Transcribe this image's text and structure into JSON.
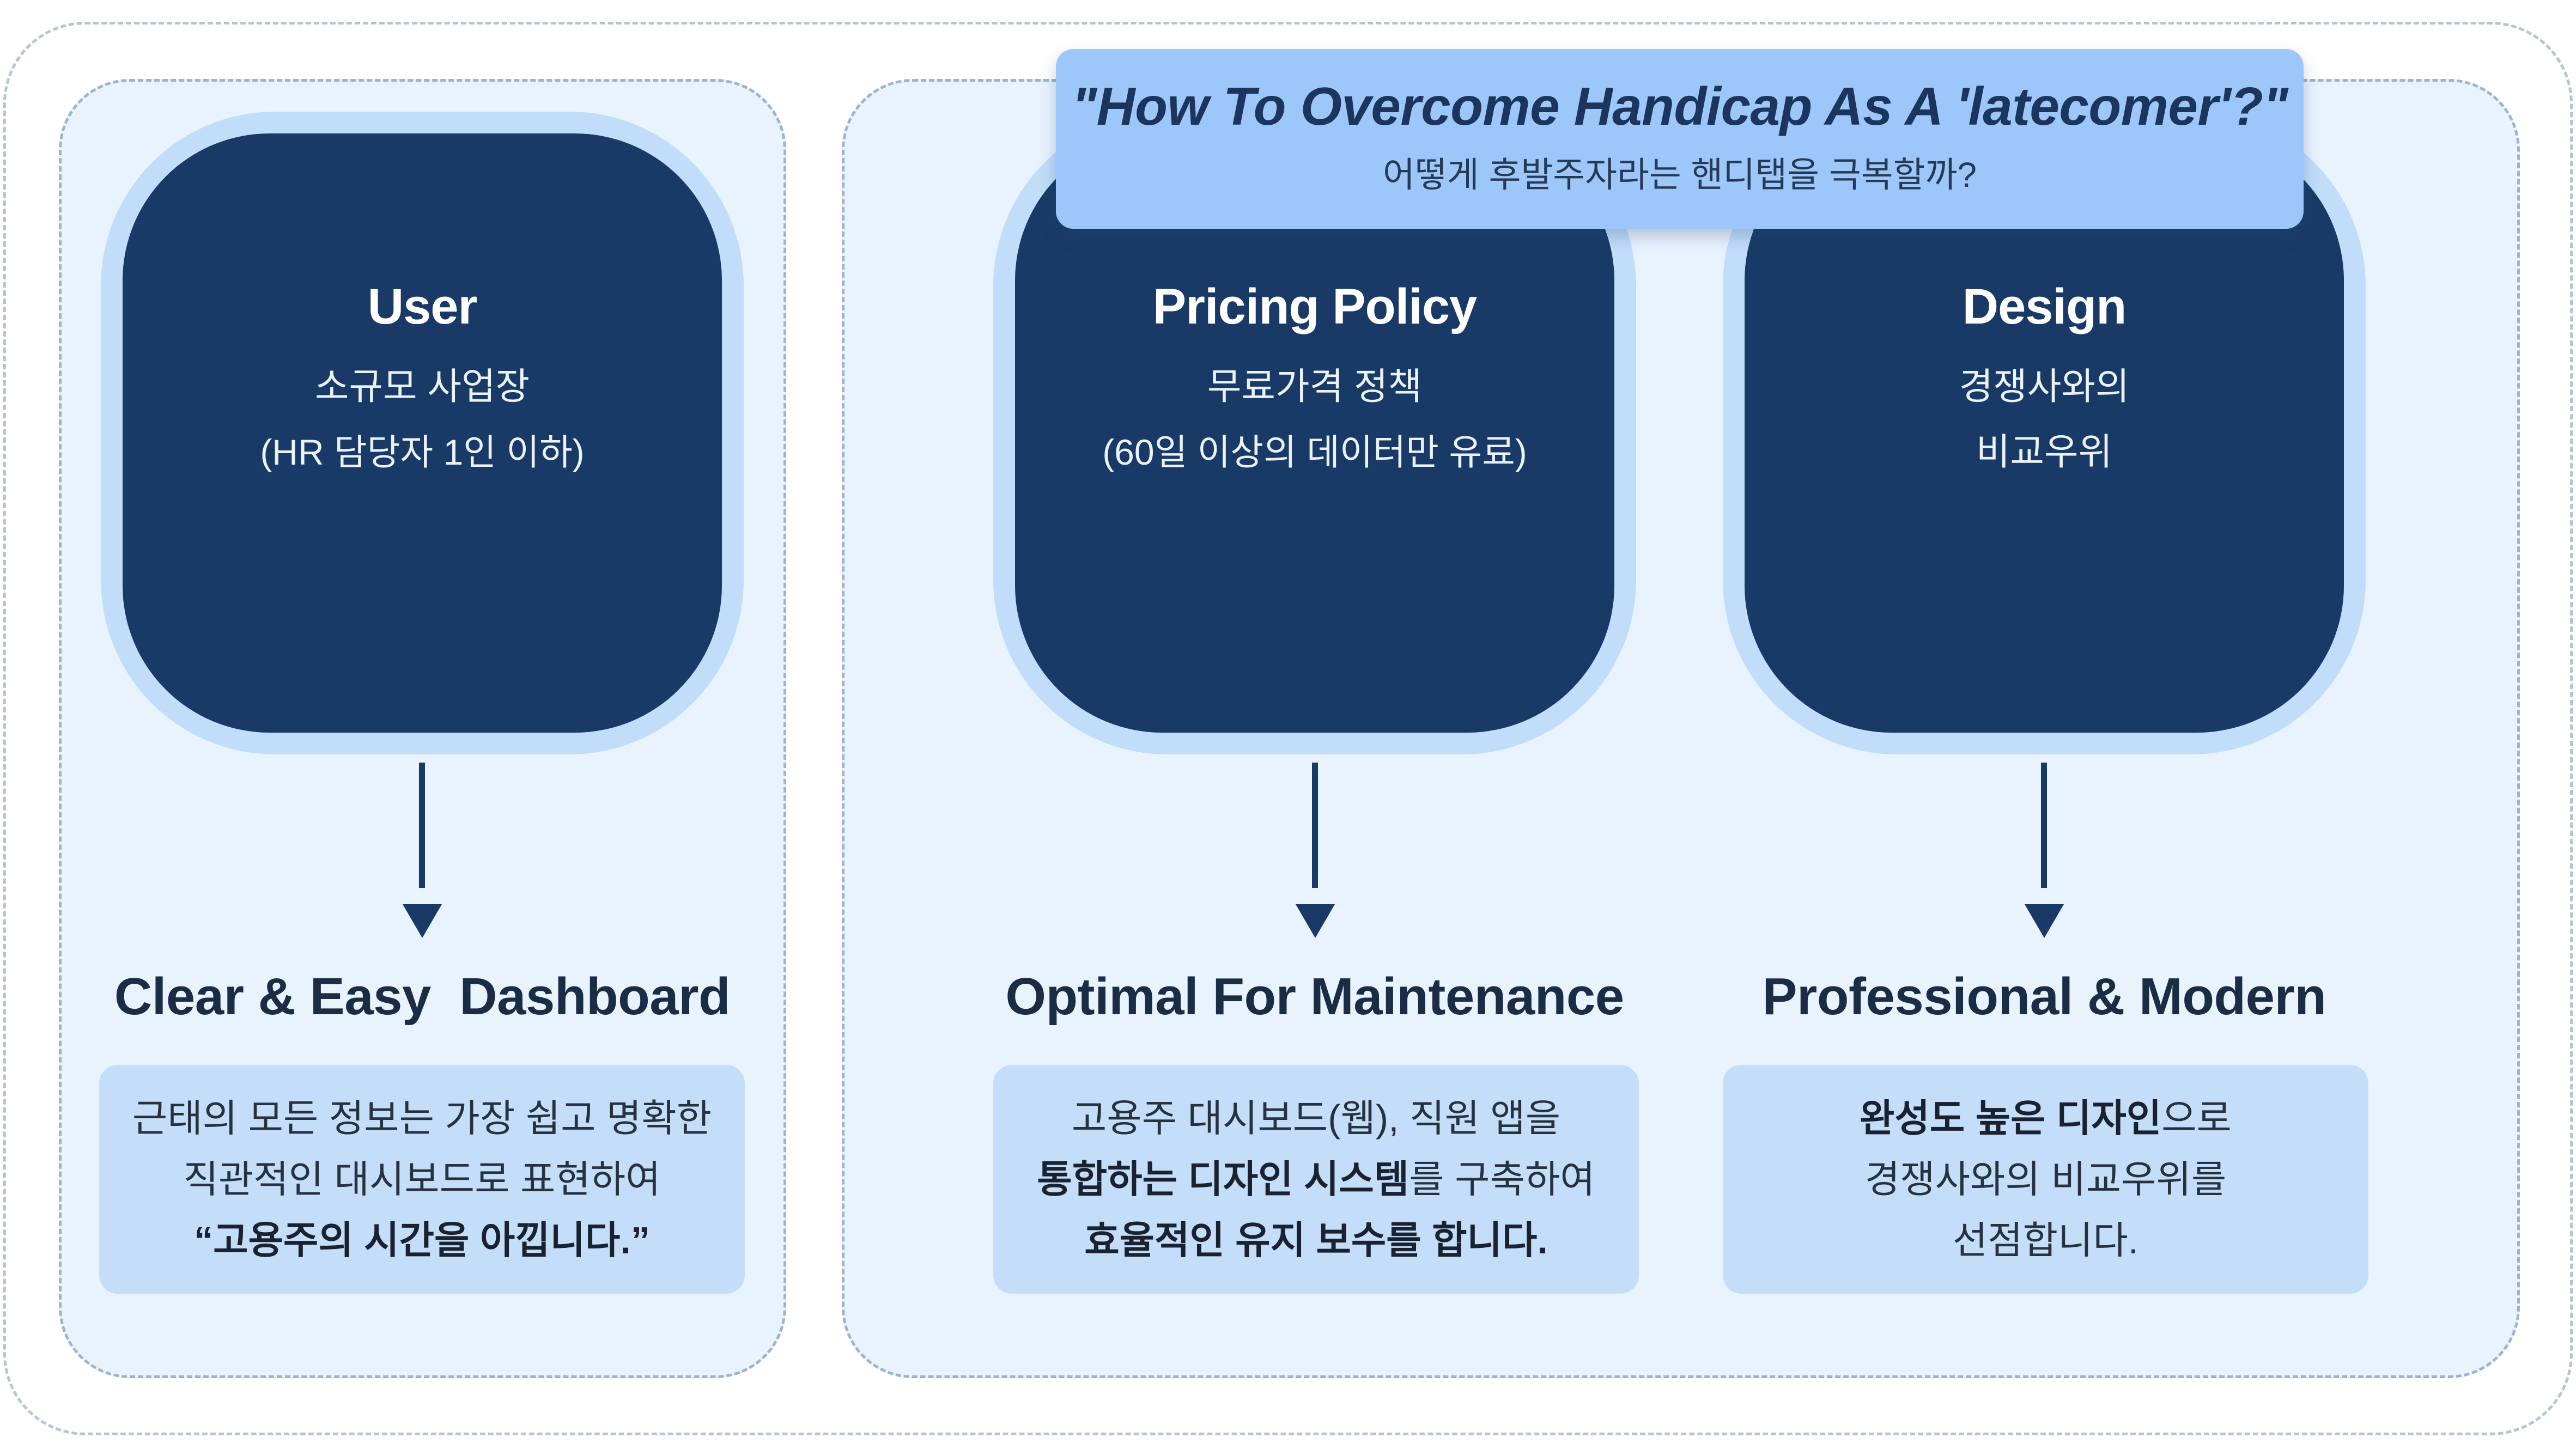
{
  "banner": {
    "title": "\"How To Overcome Handicap As A 'latecomer'?\"",
    "subtitle": "어떻게 후발주자라는 핸디탭을 극복할까?"
  },
  "columns": [
    {
      "card_title": "User",
      "card_line1": "소규모 사업장",
      "card_line2": "(HR 담당자 1인 이하)",
      "heading": "Clear & Easy  Dashboard",
      "desc": {
        "line1": "근태의 모든 정보는 가장 쉽고 명확한",
        "line2": "직관적인 대시보드로 표현하여",
        "line3_bold": "“고용주의 시간을 아낍니다.”"
      }
    },
    {
      "card_title": "Pricing Policy",
      "card_line1": "무료가격 정책",
      "card_line2": "(60일 이상의 데이터만 유료)",
      "heading": "Optimal For Maintenance",
      "desc": {
        "line1": "고용주 대시보드(웹), 직원 앱을",
        "line2_bold": "통합하는 디자인 시스템",
        "line2_rest": "를  구축하여",
        "line3_bold": "효율적인 유지 보수를 합니다."
      }
    },
    {
      "card_title": "Design",
      "card_line1": "경쟁사와의",
      "card_line2": "비교우위",
      "heading": "Professional & Modern",
      "desc": {
        "line1_bold": "완성도 높은 디자인",
        "line1_rest": "으로",
        "line2": "경쟁사와의 비교우위를",
        "line3": "선점합니다."
      }
    }
  ],
  "colors": {
    "card": "#193a67",
    "card_ring": "#c2ddfa",
    "panel_bg": "#e8f3fe",
    "desc_bg": "#c4ddf9",
    "banner_bg": "#9cc7f8",
    "heading_text": "#1b2c45"
  }
}
